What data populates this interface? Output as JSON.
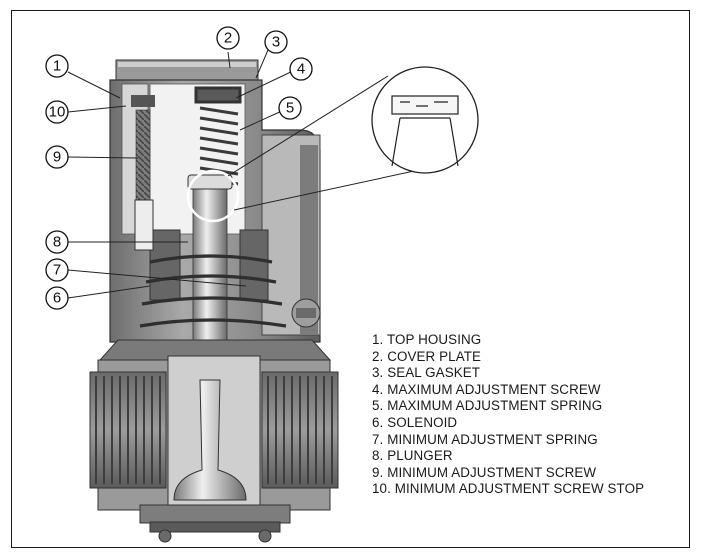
{
  "callouts": [
    "1",
    "2",
    "3",
    "4",
    "5",
    "6",
    "7",
    "8",
    "9",
    "10"
  ],
  "legend": [
    "1. TOP HOUSING",
    "2. COVER PLATE",
    "3. SEAL GASKET",
    "4. MAXIMUM ADJUSTMENT SCREW",
    "5. MAXIMUM ADJUSTMENT SPRING",
    "6. SOLENOID",
    "7. MINIMUM ADJUSTMENT SPRING",
    "8. PLUNGER",
    "9. MINIMUM ADJUSTMENT SCREW",
    "10. MINIMUM ADJUSTMENT SCREW STOP"
  ],
  "colors": {
    "frame": "#1a1a1a",
    "body_dark": "#5a5a5a",
    "body_mid": "#8d8d8d",
    "body_light": "#c8c8c8",
    "highlight": "#e9e9e9"
  }
}
